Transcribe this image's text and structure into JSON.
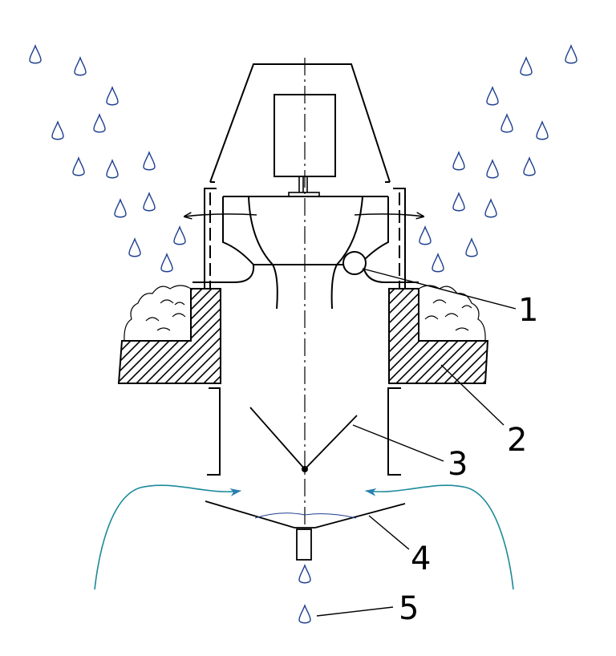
{
  "colors": {
    "line": "#000000",
    "drop": "#1d3f8f",
    "flow": "#1c8a9a"
  },
  "icons": {
    "drop": "water-drop-icon",
    "arrow": "flow-arrow-icon"
  },
  "labels": [
    {
      "id": "1",
      "text": "1"
    },
    {
      "id": "2",
      "text": "2"
    },
    {
      "id": "3",
      "text": "3"
    },
    {
      "id": "4",
      "text": "4"
    },
    {
      "id": "5",
      "text": "5"
    }
  ]
}
